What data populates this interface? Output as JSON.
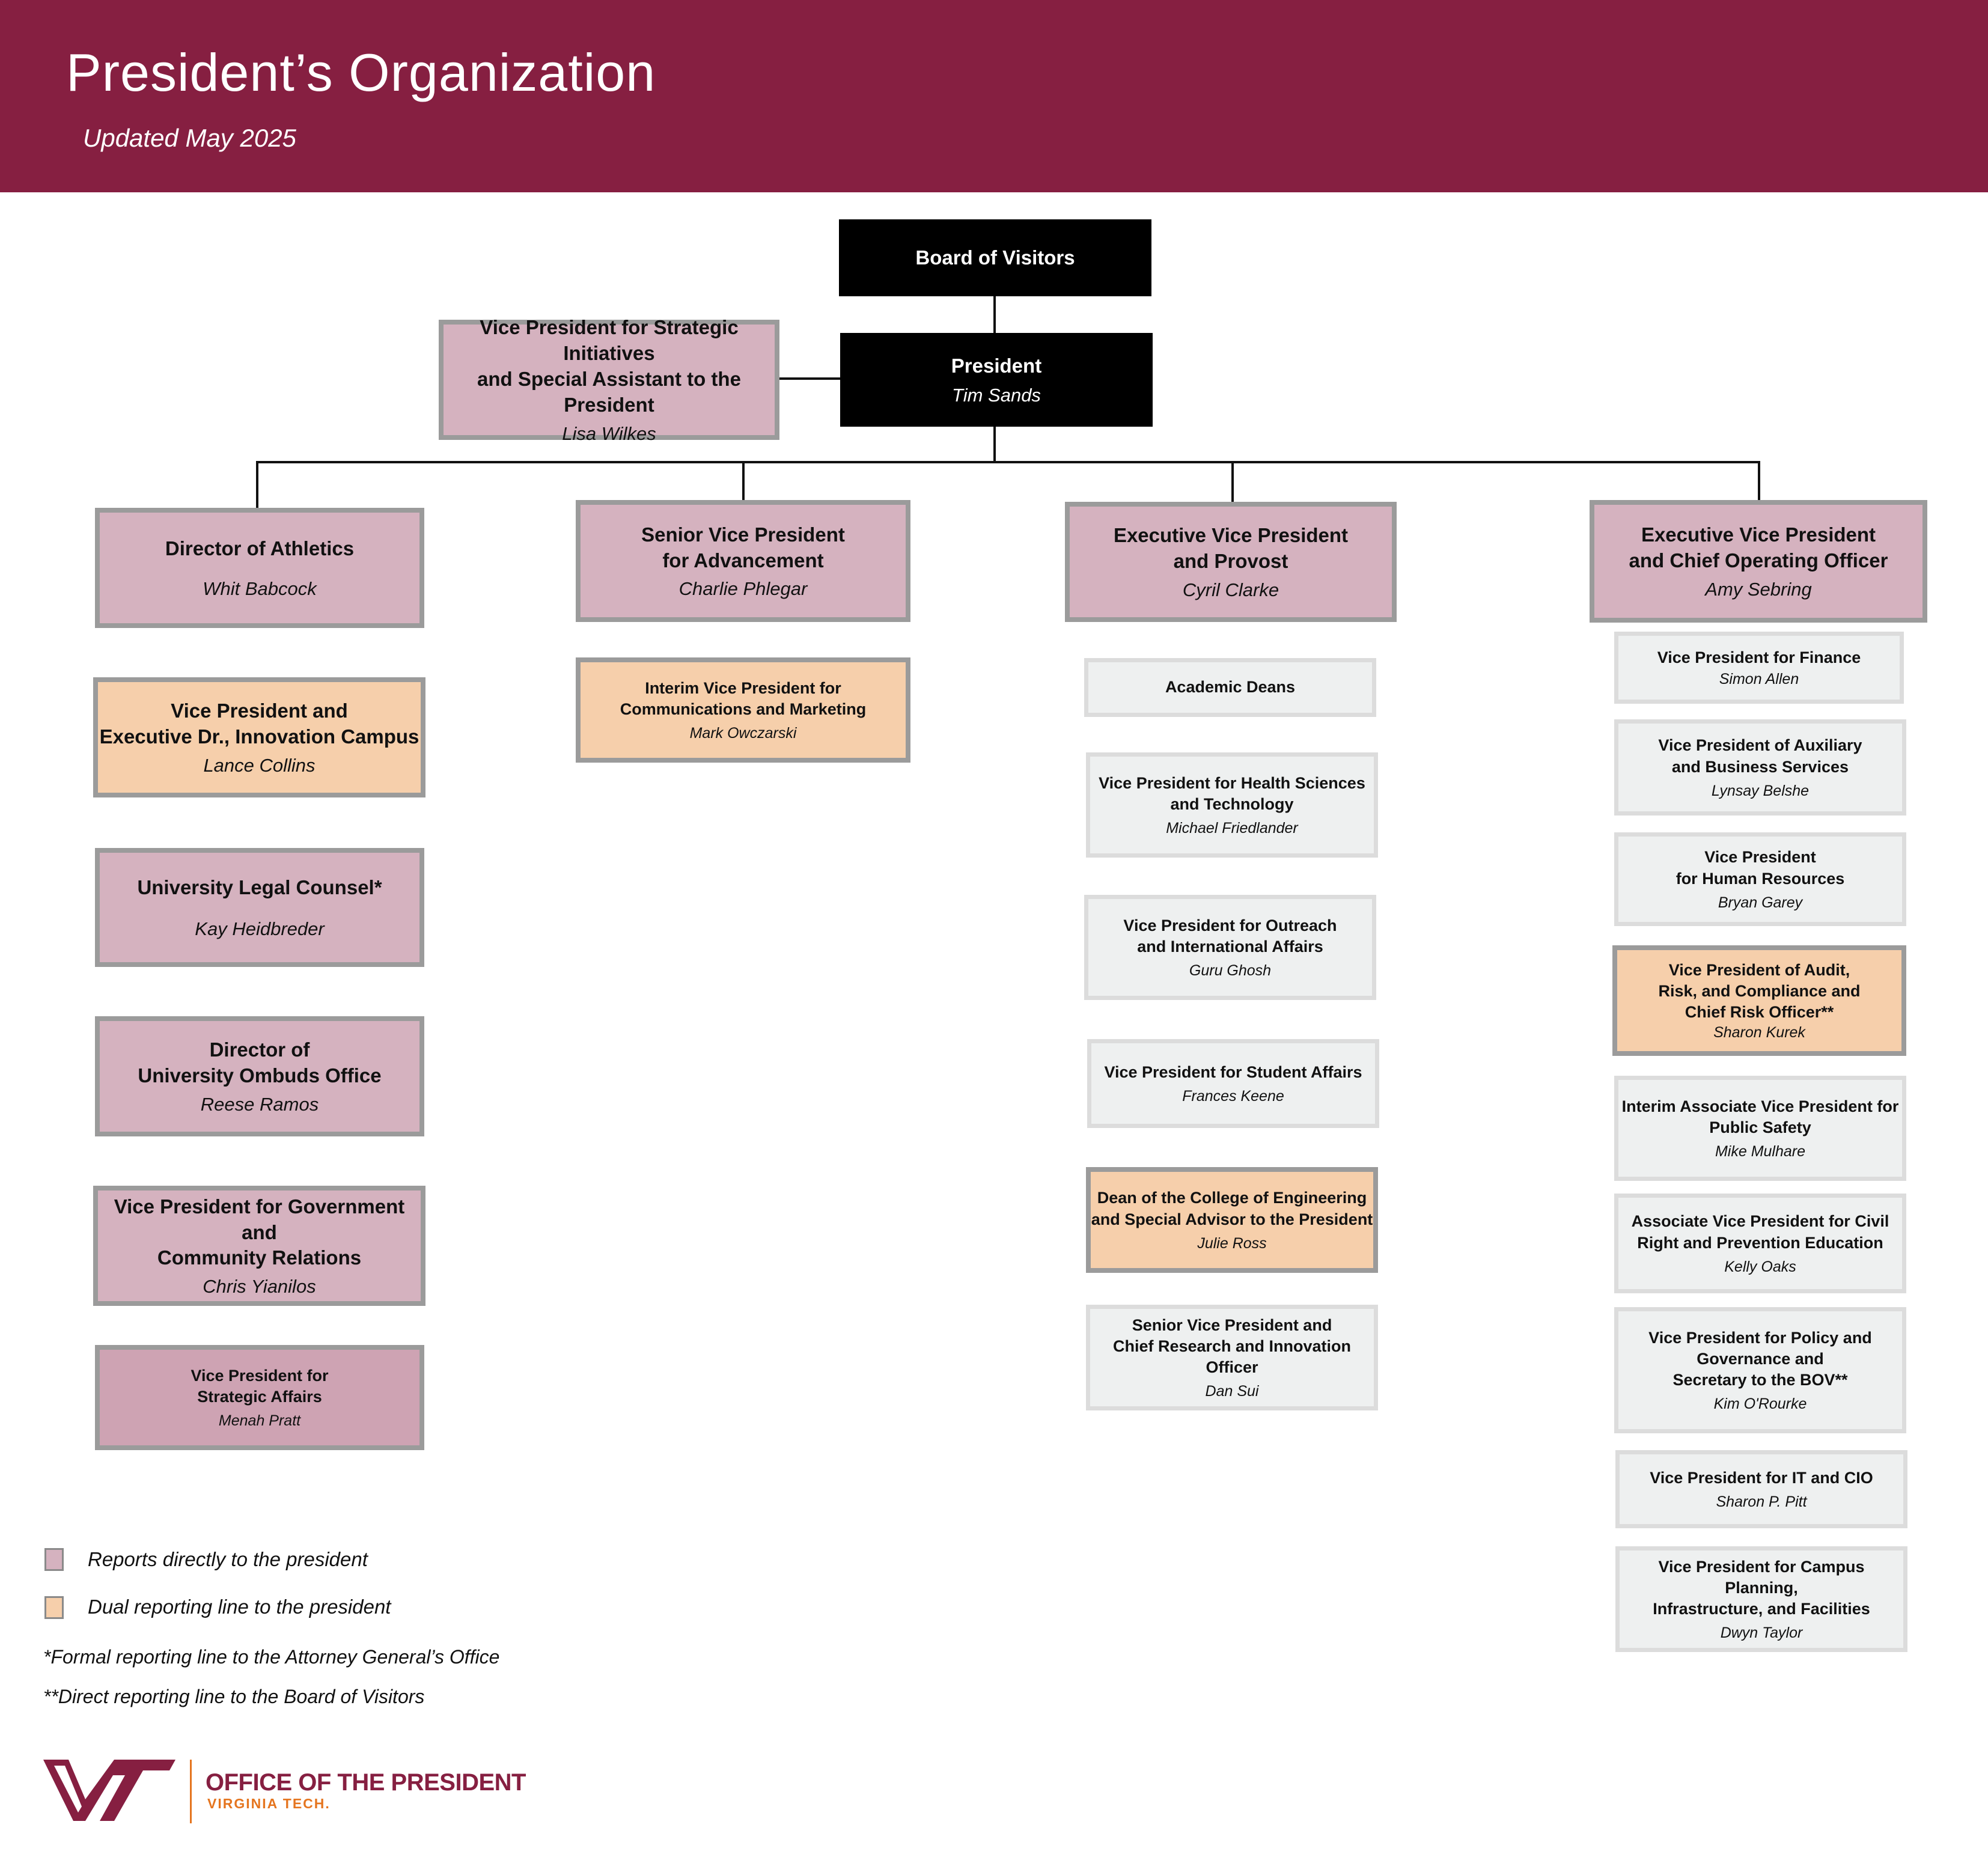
{
  "header": {
    "title": "President’s Organization",
    "subtitle": "Updated May 2025"
  },
  "top": {
    "board": "Board of Visitors",
    "president_title": "President",
    "president_name": "Tim Sands",
    "special_assistant_title": "Vice President for Strategic Initiatives\nand Special Assistant to the President",
    "special_assistant_name": "Lisa Wilkes"
  },
  "col1": [
    {
      "title": "Director of Athletics",
      "name": "Whit Babcock"
    },
    {
      "title": "Vice President and\nExecutive Dr.,  Innovation Campus",
      "name": "Lance Collins"
    },
    {
      "title": "University Legal Counsel*",
      "name": "Kay Heidbreder"
    },
    {
      "title": "Director of\nUniversity Ombuds Office",
      "name": "Reese Ramos"
    },
    {
      "title": "Vice President for Government and\nCommunity Relations",
      "name": "Chris Yianilos"
    },
    {
      "title": "Vice President for\nStrategic Affairs",
      "name": "Menah Pratt"
    }
  ],
  "col2": {
    "head": {
      "title": "Senior Vice President\nfor Advancement",
      "name": "Charlie Phlegar"
    },
    "items": [
      {
        "title": "Interim Vice President for\nCommunications and Marketing",
        "name": "Mark Owczarski"
      }
    ]
  },
  "col3": {
    "head": {
      "title": "Executive Vice President\nand Provost",
      "name": "Cyril Clarke"
    },
    "items": [
      {
        "title": "Academic Deans",
        "name": ""
      },
      {
        "title": "Vice President for Health Sciences\nand Technology",
        "name": "Michael Friedlander"
      },
      {
        "title": "Vice President for Outreach\nand International Affairs",
        "name": "Guru Ghosh"
      },
      {
        "title": "Vice President for Student Affairs",
        "name": "Frances Keene"
      },
      {
        "title": "Dean of the College of Engineering\nand Special Advisor to the President",
        "name": "Julie Ross"
      },
      {
        "title": "Senior  Vice President and\nChief Research and Innovation Officer",
        "name": "Dan Sui"
      }
    ]
  },
  "col4": {
    "head": {
      "title": "Executive Vice President\nand Chief Operating Officer",
      "name": "Amy Sebring"
    },
    "items": [
      {
        "title": "Vice President for Finance",
        "name": "Simon Allen"
      },
      {
        "title": "Vice President of Auxiliary\nand Business Services",
        "name": "Lynsay Belshe"
      },
      {
        "title": "Vice President\nfor Human Resources",
        "name": "Bryan Garey"
      },
      {
        "title": "Vice President of Audit,\nRisk, and Compliance and\nChief Risk Officer**",
        "name": "Sharon Kurek"
      },
      {
        "title": "Interim Associate Vice President for\nPublic Safety",
        "name": "Mike Mulhare"
      },
      {
        "title": "Associate Vice President for Civil\nRight and Prevention Education",
        "name": "Kelly Oaks"
      },
      {
        "title": "Vice President for Policy and\nGovernance and\nSecretary to the BOV**",
        "name": "Kim O'Rourke"
      },
      {
        "title": "Vice President for IT and CIO",
        "name": "Sharon P. Pitt"
      },
      {
        "title": "Vice President for Campus Planning,\nInfrastructure, and Facilities",
        "name": "Dwyn Taylor"
      }
    ]
  },
  "legend": {
    "direct": "Reports directly to the president",
    "dual": "Dual reporting line to the president",
    "direct_color": "#d5b2bf",
    "dual_color": "#f6cfab",
    "footnote1": "*Formal reporting line to the Attorney General’s Office",
    "footnote2": "**Direct reporting line to the Board of Visitors"
  },
  "logo": {
    "line1": "OFFICE OF THE PRESIDENT",
    "line2": "VIRGINIA TECH."
  }
}
